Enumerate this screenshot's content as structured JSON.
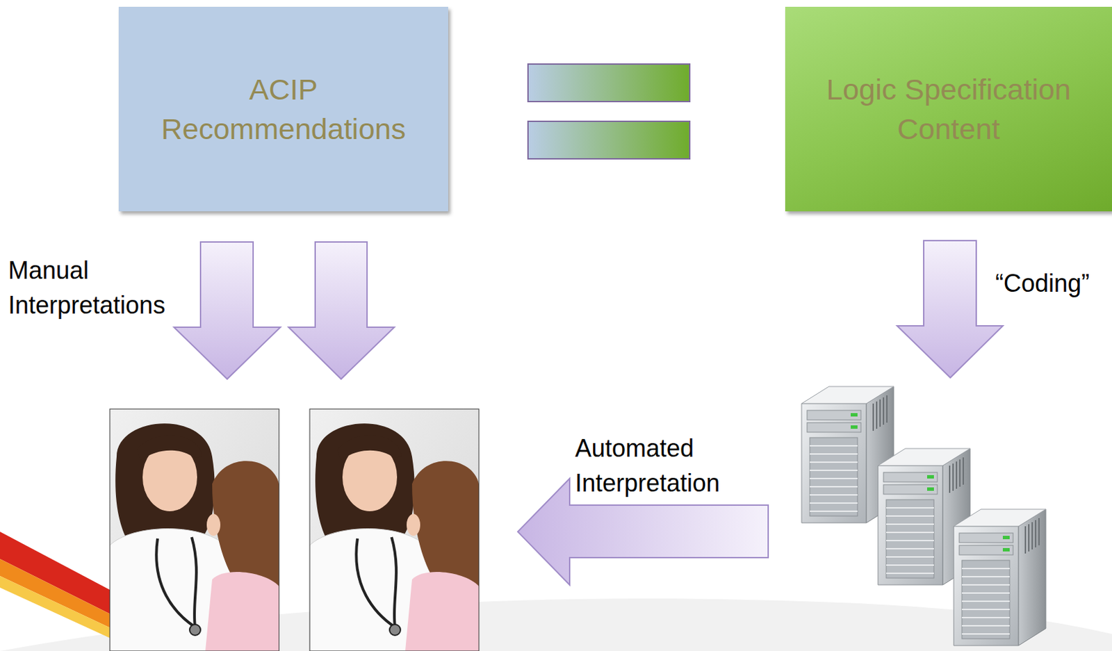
{
  "diagram": {
    "nodes": [
      {
        "text": [
          "ACIP Recommendations"
        ]
      },
      {
        "text": [
          "Logic Specification Content"
        ]
      }
    ],
    "labels": [
      "Manual Interpretations",
      "“Coding”",
      "Automated Interpretation"
    ]
  }
}
